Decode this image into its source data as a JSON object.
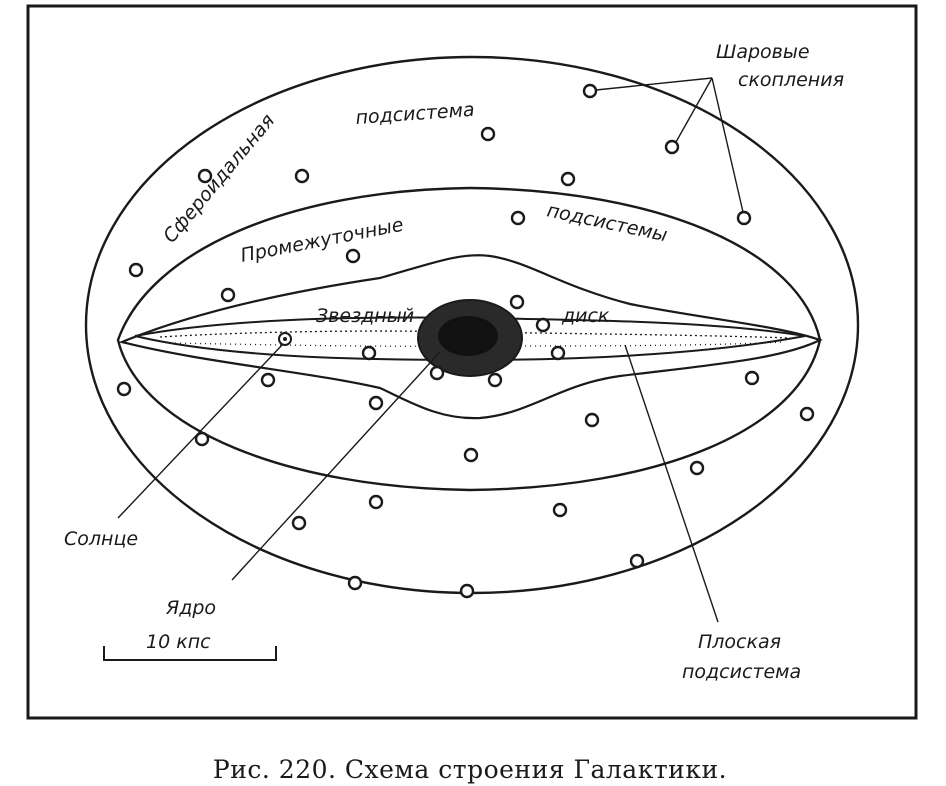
{
  "labels": {
    "spheroidal_1": "Сфероидальная",
    "spheroidal_2": "подсистема",
    "intermediate_1": "Промежуточные",
    "intermediate_2": "подсистемы",
    "disk_1": "Звездный",
    "disk_2": "диск",
    "globular_1": "Шаровые",
    "globular_2": "скопления",
    "sun": "Солнце",
    "nucleus": "Ядро",
    "scale": "10 кпс",
    "flat_1": "Плоская",
    "flat_2": "подсистема"
  },
  "caption": "Рис. 220. Схема строения Галактики.",
  "colors": {
    "ink": "#1a1a1a",
    "background": "#ffffff"
  }
}
